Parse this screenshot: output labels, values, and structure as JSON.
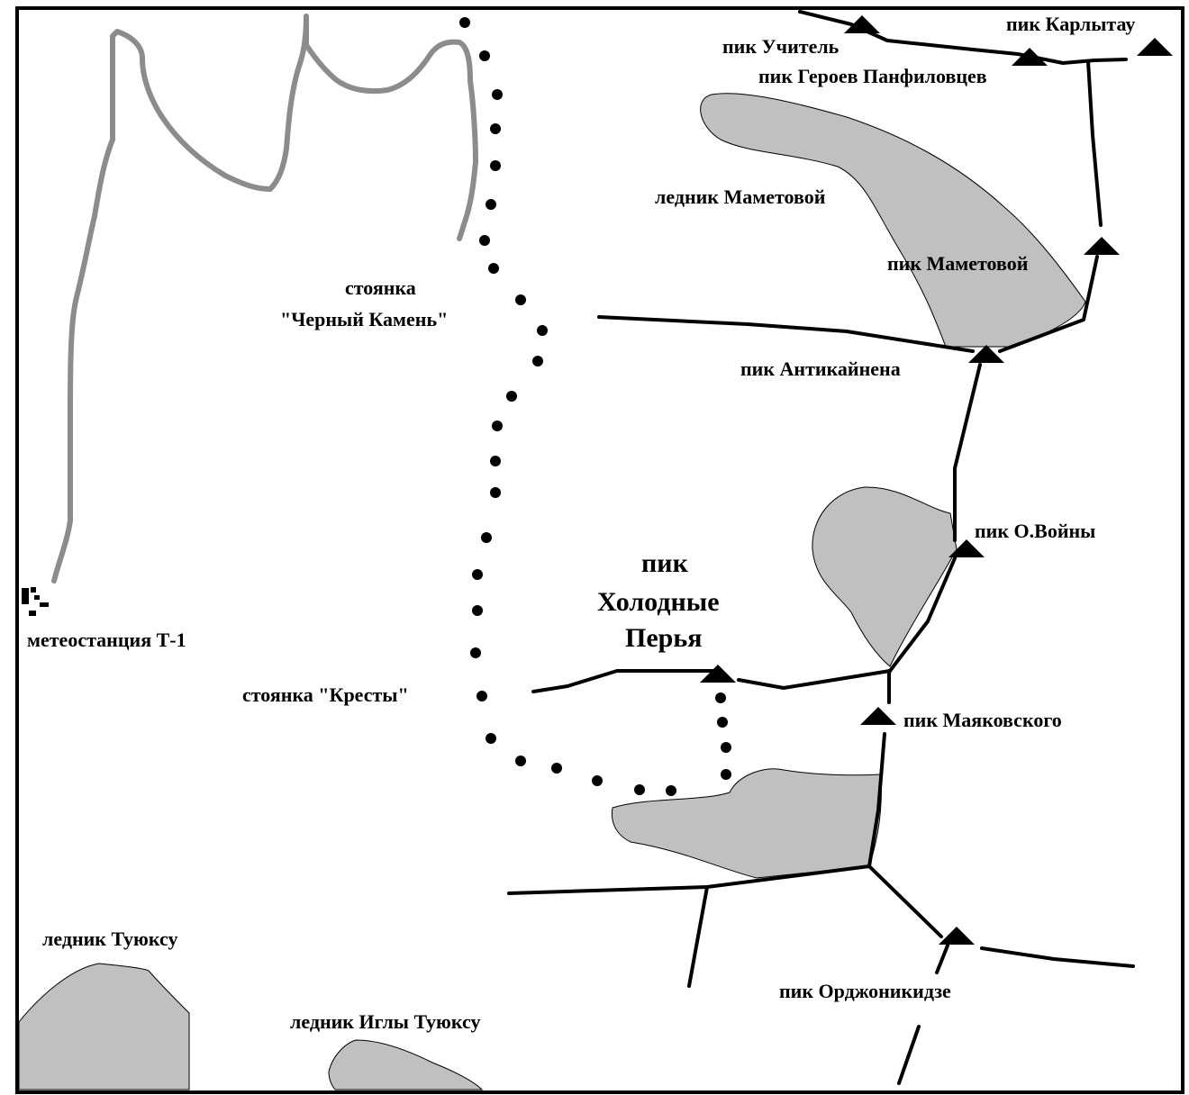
{
  "map": {
    "labels": {
      "peak_uchitel": "пик Учитель",
      "peak_karlytau": "пик Карлытау",
      "peak_panfilov": "пик Героев Панфиловцев",
      "glacier_mametova": "ледник Маметовой",
      "peak_mametova": "пик Маметовой",
      "camp_chernyi_line1": "стоянка",
      "camp_chernyi_line2": "\"Черный Камень\"",
      "peak_antikainena": "пик Антикайнена",
      "peak_o_voiny": "пик О.Войны",
      "peak_kholodnye_line1": "пик",
      "peak_kholodnye_line2": "Холодные",
      "peak_kholodnye_line3": "Перья",
      "meteostation": "метеостанция Т-1",
      "camp_kresty": "стоянка \"Кресты\"",
      "peak_mayakovskogo": "пик Маяковского",
      "glacier_tuyuksu": "ледник Туюксу",
      "peak_ordzhonikidze": "пик Орджоникидзе",
      "glacier_igly_tuyuksu": "ледник Иглы Туюксу"
    },
    "colors": {
      "glacier": "#c0c0c0",
      "road": "#8c8c8c",
      "ridge": "#000000",
      "background": "#ffffff"
    },
    "symbols": {
      "peak": "peak-triangle-icon",
      "trail": "trail-dot",
      "station": "meteostation-icon"
    }
  }
}
